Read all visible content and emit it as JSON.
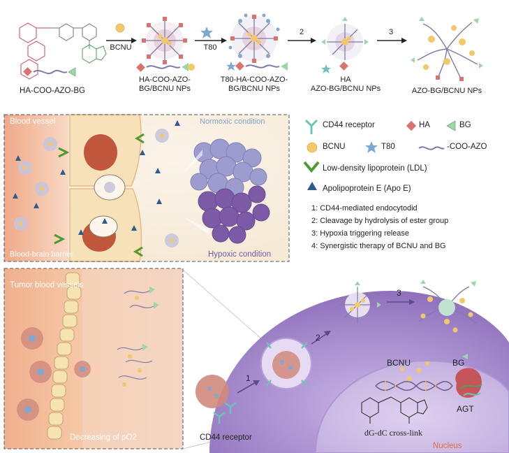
{
  "top_row": {
    "molecule_label": "HA-COO-AZO-BG",
    "arrow1_label": "BCNU",
    "arrow2_label": "T80",
    "arrow3_label": "2",
    "arrow4_label": "3",
    "np1_label_l1": "HA-COO-AZO-",
    "np1_label_l2": "BG/BCNU NPs",
    "np2_label_l1": "T80-HA-COO-AZO-",
    "np2_label_l2": "BG/BCNU NPs",
    "np3_label_l1": "HA",
    "np3_label_l2": "AZO-BG/BCNU NPs",
    "np4_label": "AZO-BG/BCNU NPs"
  },
  "bbb_panel": {
    "blood_vessel": "Blood vessel",
    "bbb": "Blood-brain barrier",
    "normoxic": "Normoxic condition",
    "hypoxic": "Hypoxic condition"
  },
  "legend": {
    "cd44": "CD44 receptor",
    "ha": "HA",
    "bg": "BG",
    "bcnu": "BCNU",
    "t80": "T80",
    "coo_azo": "-COO-AZO",
    "ldl": "Low-density lipoprotein (LDL)",
    "apoe": "Apolipoprotein E (Apo E)"
  },
  "steps": [
    "1: CD44-mediated endocytodid",
    "2: Cleavage by hydrolysis of ester group",
    "3: Hypoxia triggering release",
    "4: Synergistic therapy of BCNU and BG"
  ],
  "tumor_panel": {
    "tumor_vessels": "Tumor blood vessels",
    "po2": "Decreasing of pO2"
  },
  "cell_panel": {
    "cd44_receptor": "CD44 receptor",
    "step1": "1",
    "step2": "2",
    "step3": "3",
    "bcnu": "BCNU",
    "bg": "BG",
    "agt": "AGT",
    "crosslink": "dG-dC cross-link",
    "nucleus": "Nucleus"
  },
  "colors": {
    "ha_red": "#d9736d",
    "bg_green": "#9fd6a8",
    "bcnu_yellow": "#f4c86a",
    "t80_blue": "#7fa7cf",
    "cd44_teal": "#6ec3b8",
    "ldl_green": "#4f9a2c",
    "apoe_blue": "#2e5a8e",
    "cell_purple": "#8a6bb8",
    "nucleus_label": "#e26b43"
  }
}
